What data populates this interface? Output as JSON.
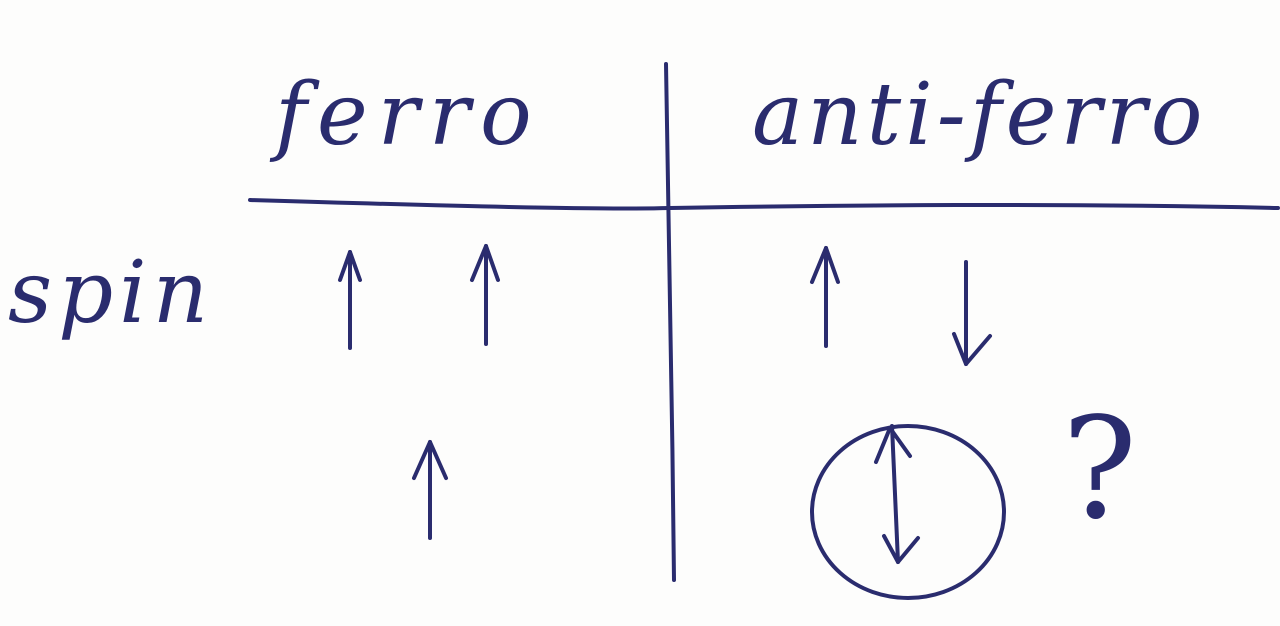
{
  "table": {
    "column_headers": [
      "ferro",
      "anti-ferro"
    ],
    "row_label": "spin",
    "question_mark": "?"
  },
  "ink_color": "#2a2c6e",
  "ferro_arrows": [
    "up",
    "up",
    "up"
  ],
  "anti_ferro_arrows": [
    "up",
    "down",
    "up-down superposition (circled)"
  ]
}
